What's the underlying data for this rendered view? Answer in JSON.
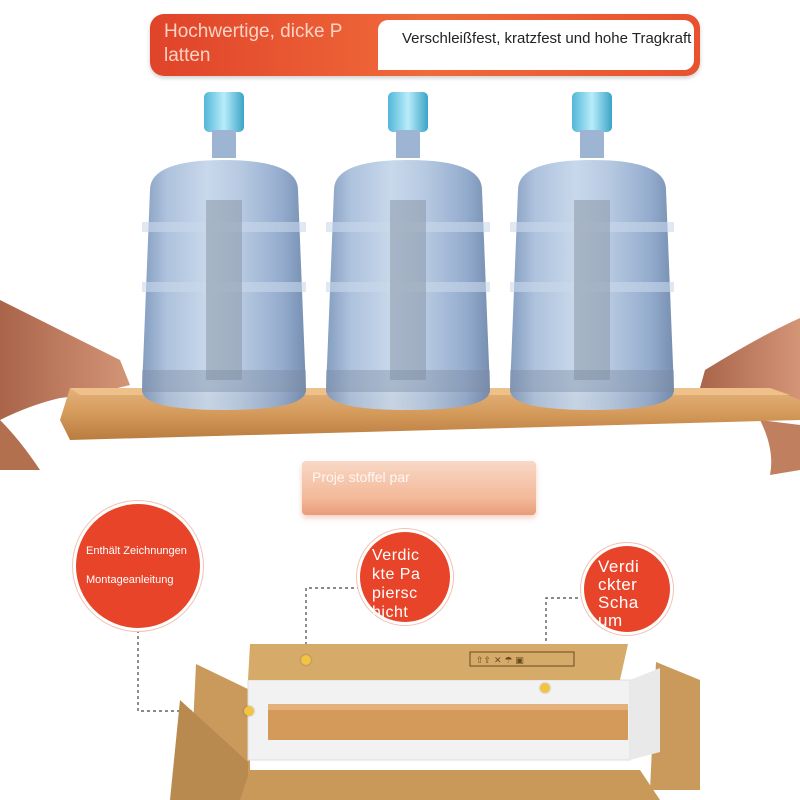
{
  "banner": {
    "left_text": "Hochwertige, dicke P latten",
    "right_text": "Verschleißfest, kratzfest und hohe Tragkraft"
  },
  "caption": {
    "text": "Proje stoffel par"
  },
  "callouts": {
    "drawings": "Enthält Zeichnungen",
    "manual": "Montageanleitung",
    "paper": "Verdic kte Pa piersc hicht",
    "foam": "Verdi ckter Scha um"
  },
  "colors": {
    "accent": "#e8442a",
    "board": "#d9a267",
    "carton": "#c99a5c"
  }
}
